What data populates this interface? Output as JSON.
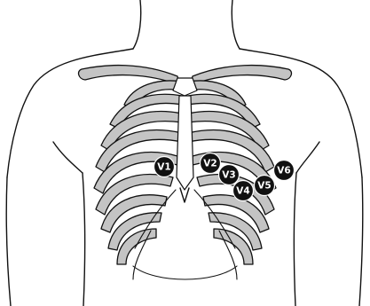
{
  "colors": {
    "bone": "#c4c4c4",
    "outline": "#111111",
    "electrode": "#111111",
    "electrode_label": "#ffffff",
    "background": "#ffffff"
  },
  "electrodes": [
    {
      "id": "V1",
      "label": "V1"
    },
    {
      "id": "V2",
      "label": "V2"
    },
    {
      "id": "V3",
      "label": "V3"
    },
    {
      "id": "V4",
      "label": "V4"
    },
    {
      "id": "V5",
      "label": "V5"
    },
    {
      "id": "V6",
      "label": "V6"
    }
  ]
}
